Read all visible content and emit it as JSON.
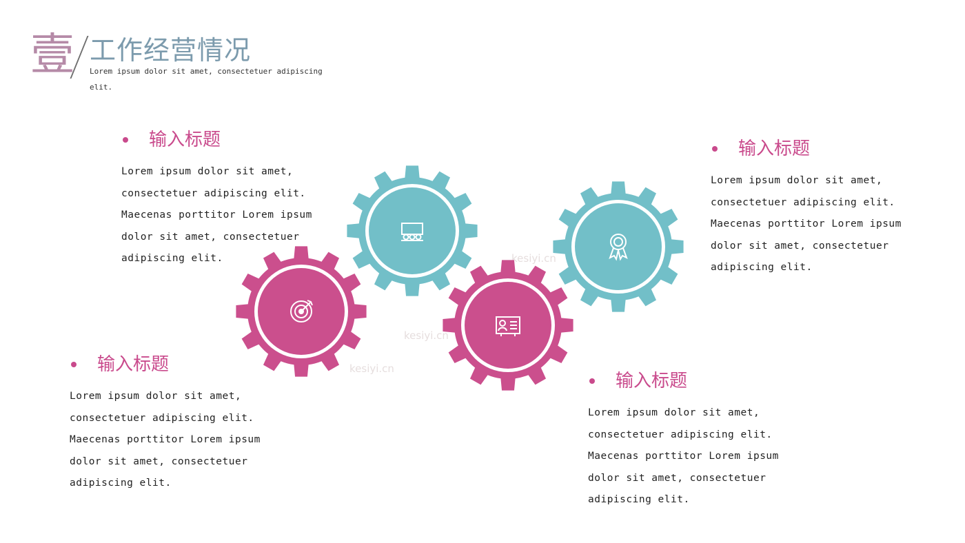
{
  "header": {
    "number": "壹",
    "title": "工作经营情况",
    "subtitle": "Lorem ipsum dolor sit amet, consectetuer adipiscing elit."
  },
  "blocks": [
    {
      "title": "输入标题",
      "body": "Lorem ipsum dolor sit amet, consectetuer adipiscing elit. Maecenas porttitor Lorem ipsum dolor sit amet, consectetuer adipiscing elit."
    },
    {
      "title": "输入标题",
      "body": "Lorem ipsum dolor sit amet, consectetuer adipiscing elit. Maecenas porttitor Lorem ipsum dolor sit amet, consectetuer adipiscing elit."
    },
    {
      "title": "输入标题",
      "body": "Lorem ipsum dolor sit amet, consectetuer adipiscing elit. Maecenas porttitor Lorem ipsum dolor sit amet, consectetuer adipiscing elit."
    },
    {
      "title": "输入标题",
      "body": "Lorem ipsum dolor sit amet, consectetuer adipiscing elit. Maecenas porttitor Lorem ipsum dolor sit amet, consectetuer adipiscing elit."
    }
  ],
  "gears": [
    {
      "icon": "presentation-board-icon",
      "color": "#72bfc8"
    },
    {
      "icon": "award-ribbon-icon",
      "color": "#72bfc8"
    },
    {
      "icon": "target-arrow-icon",
      "color": "#cb4f8d"
    },
    {
      "icon": "id-card-icon",
      "color": "#cb4f8d"
    }
  ],
  "watermark": "kesiyi.cn",
  "colors": {
    "accent": "#c94a8c",
    "teal": "#72bfc8",
    "magenta": "#cb4f8d"
  }
}
